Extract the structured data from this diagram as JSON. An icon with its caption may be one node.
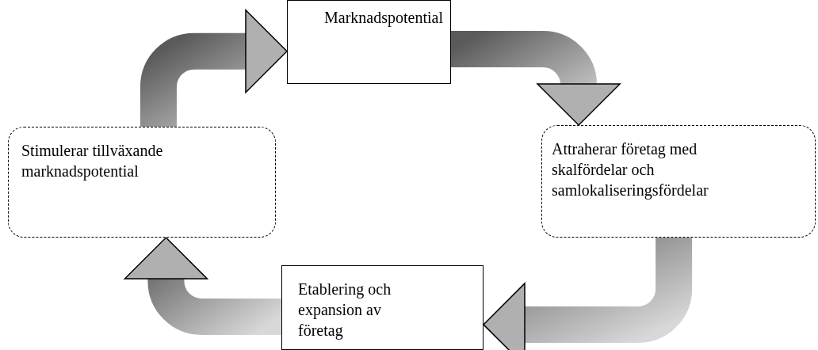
{
  "diagram": {
    "nodes": [
      {
        "text": [
          "Marknadspotential"
        ]
      },
      {
        "text": [
          "Attraherar företag med skalfördelar och samlokaliseringsfördelar"
        ]
      },
      {
        "text": [
          "Etablering och expansion av företag"
        ]
      },
      {
        "text": [
          "Stimulerar tillväxande marknadspotential"
        ]
      }
    ],
    "edges": [
      {
        "from": 0,
        "to": 1,
        "arrow": "to"
      },
      {
        "from": 1,
        "to": 2,
        "arrow": "to"
      },
      {
        "from": 2,
        "to": 3,
        "arrow": "to"
      },
      {
        "from": 3,
        "to": 0,
        "arrow": "to"
      }
    ]
  }
}
